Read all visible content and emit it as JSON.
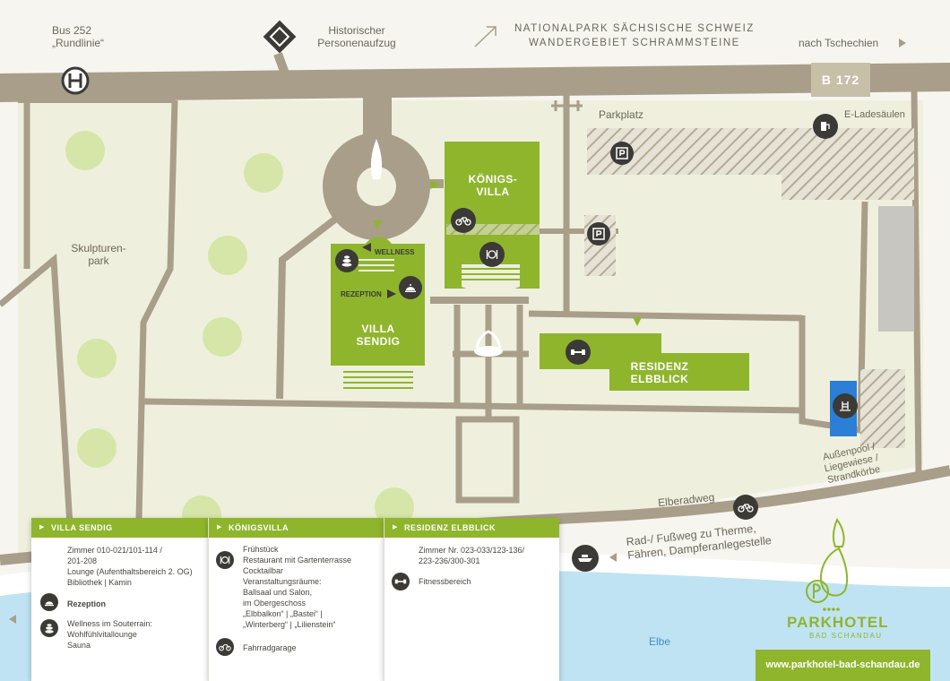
{
  "top": {
    "bus": "Bus 252\n„Rundlinie“",
    "lift": "Historischer\nPersonenaufzug",
    "park1": "NATIONALPARK SÄCHSISCHE SCHWEIZ",
    "park2": "WANDERGEBIET SCHRAMMSTEINE",
    "czech": "nach Tschechien",
    "road": "B 172"
  },
  "areas": {
    "parking": "Parkplatz",
    "charging": "E-Ladesäulen",
    "sculpture": "Skulpturen-\npark",
    "pool": "Außenpool /\nLiegewiese /\nStrandkörbe",
    "cycle": "Elberadweg",
    "foot": "Rad-/ Fußweg zu Therme,\nFähren, Dampferanlegestelle",
    "river": "Elbe"
  },
  "buildings": {
    "koenigs": "KÖNIGS-\nVILLA",
    "sendig": "VILLA\nSENDIG",
    "residenz": "RESIDENZ\nELBBLICK",
    "wellness": "WELLNESS",
    "rezeption": "REZEPTION"
  },
  "panels": {
    "sendig": {
      "title": "VILLA SENDIG",
      "rooms": "Zimmer 010-021/101-114 /\n201-208\nLounge (Aufenthaltsbereich 2. OG)\nBibliothek | Kamin",
      "rezeption": "Rezeption",
      "wellness": "Wellness im Souterrain:\nWohlfühlvitallounge\nSauna"
    },
    "koenigs": {
      "title": "KÖNIGSVILLA",
      "text": "Frühstück\nRestaurant mit Gartenterrasse\nCocktailbar\nVeranstaltungsräume:\nBallsaal und Salon,\nim Obergeschoss\n„Elbbalkon“ | „Bastei“ |\n„Winterberg“ | „Lilienstein“",
      "garage": "Fahrradgarage"
    },
    "residenz": {
      "title": "RESIDENZ ELBBLICK",
      "rooms": "Zimmer Nr. 023-033/123-136/\n223-236/300-301",
      "fitness": "Fitnessbereich"
    }
  },
  "brand": {
    "name": "PARKHOTEL",
    "sub": "BAD SCHANDAU",
    "url": "www.parkhotel-bad-schandau.de"
  },
  "colors": {
    "green": "#8fb52d",
    "lawn": "#eef0dd",
    "path": "#a89e8a",
    "water": "#bfe3f2",
    "dark": "#3b3a36"
  }
}
